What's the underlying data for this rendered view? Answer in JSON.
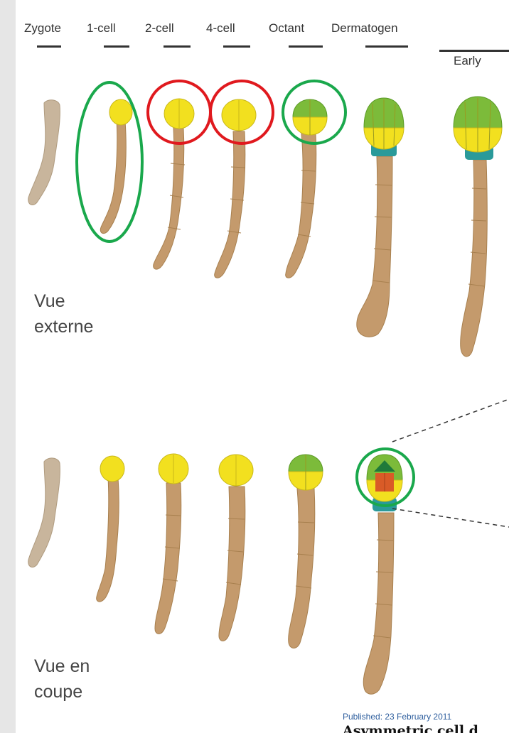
{
  "stages": [
    "Zygote",
    "1-cell",
    "2-cell",
    "4-cell",
    "Octant",
    "Dermatogen"
  ],
  "early_label": "Early",
  "view_external": [
    "Vue",
    "externe"
  ],
  "view_section": [
    "Vue en",
    "coupe"
  ],
  "published": "Published: 23 February 2011",
  "paper_title": "Asymmetric cell d",
  "colors": {
    "suspensor": "#c49a6c",
    "zygote": "#c8b59c",
    "proembryo_yellow": "#f2e01f",
    "proembryo_green": "#7cbb3a",
    "hypophysis_teal": "#2a9a9a",
    "inner_orange": "#d95b27",
    "inner_green": "#1f7a3a",
    "highlight_green": "#1aa84c",
    "highlight_red": "#e0191e"
  }
}
